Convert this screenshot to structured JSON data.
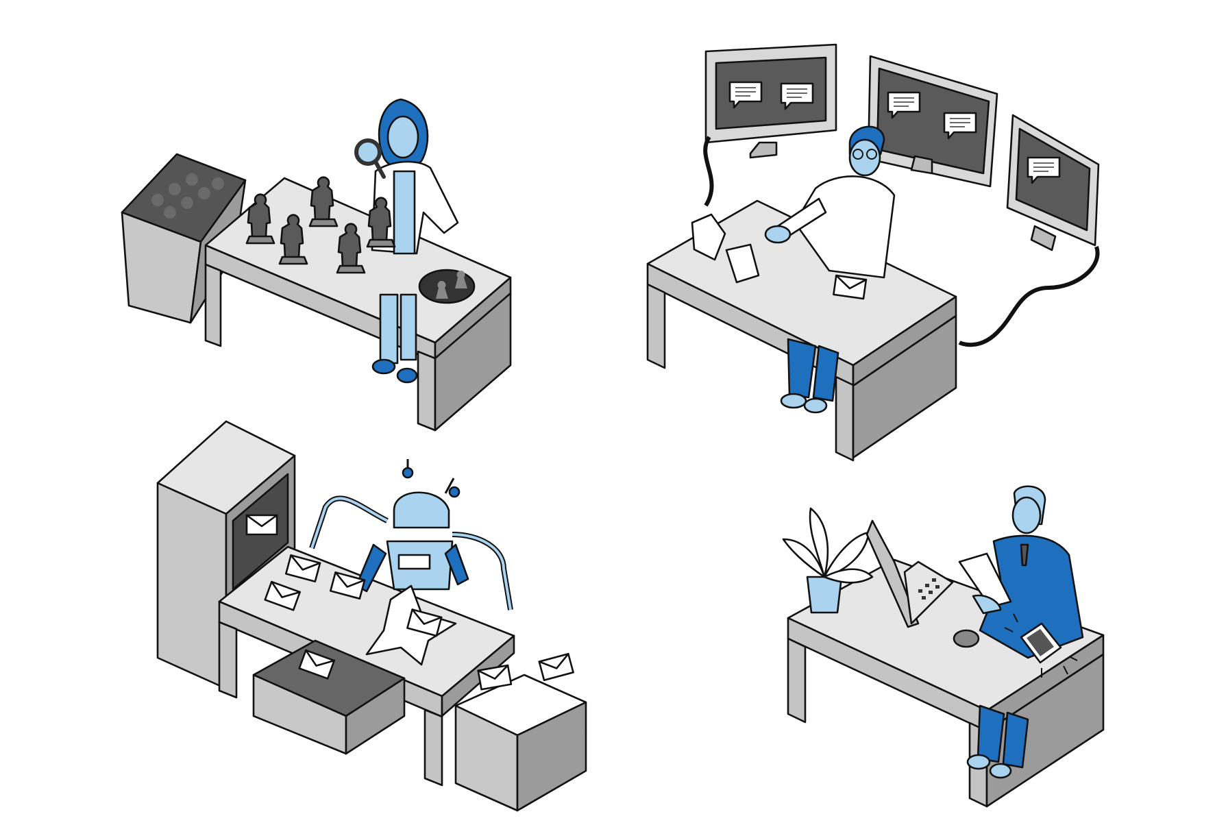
{
  "scenes": [
    {
      "id": "researcher",
      "description_visible_text": ""
    },
    {
      "id": "analyst",
      "description_visible_text": ""
    },
    {
      "id": "robot",
      "description_visible_text": ""
    },
    {
      "id": "businessman",
      "description_visible_text": ""
    }
  ],
  "colors": {
    "desk_top": "#e6e6e6",
    "desk_side": "#9b9b9b",
    "desk_front": "#c4c4c4",
    "blue": "#1f6fbf",
    "light_blue": "#a9d3ee",
    "dark": "#555555",
    "screen": "#5a5a5a",
    "paper": "#ffffff"
  },
  "icons": {
    "magnifier": "magnifier-icon",
    "chat": "speech-bubble-icon",
    "envelope": "envelope-icon",
    "phone": "smartphone-icon",
    "plant": "plant-icon"
  }
}
